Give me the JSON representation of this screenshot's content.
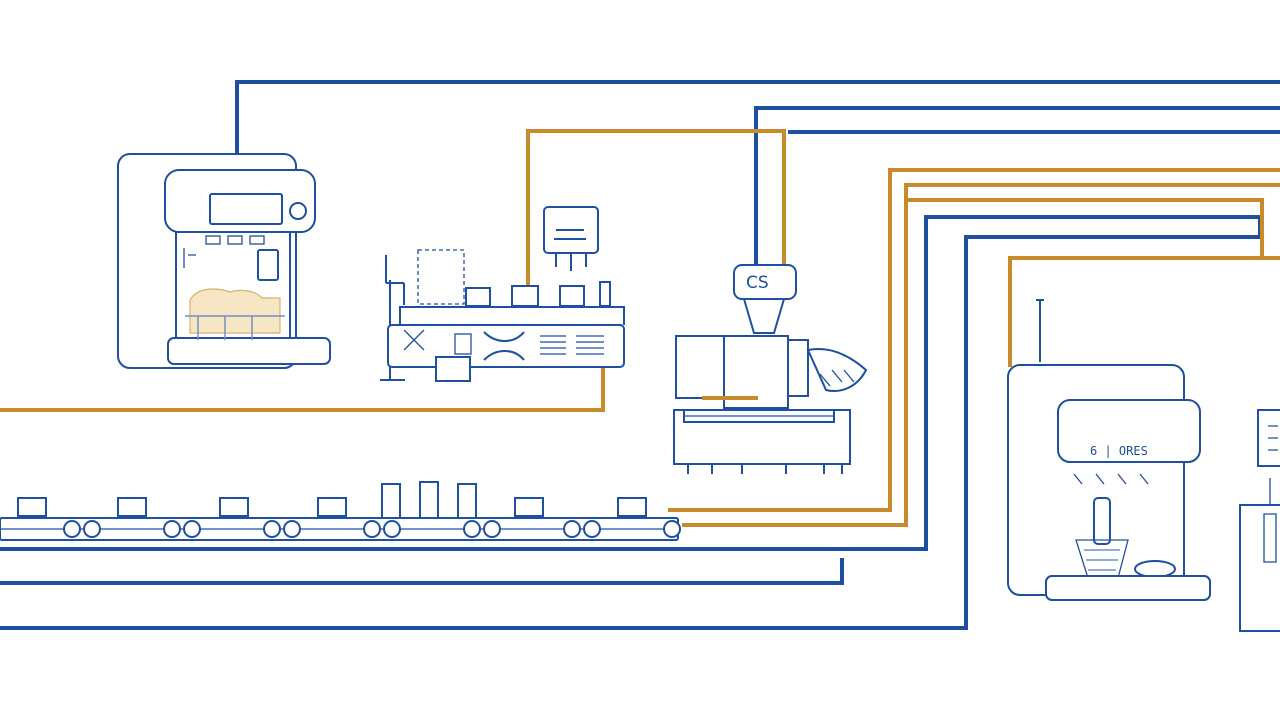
{
  "diagram": {
    "style": "line-art",
    "machine_1": {
      "icon": "coffee-machine-icon"
    },
    "machine_2": {
      "icon": "filling-machine-icon"
    },
    "machine_3": {
      "icon": "mixer-machine-icon",
      "screen_text": "CS"
    },
    "machine_4": {
      "icon": "espresso-machine-icon",
      "screen_text": "6 | ORES"
    },
    "machine_5": {
      "icon": "vending-machine-icon"
    },
    "conveyor": {
      "icon": "conveyor-belt-icon"
    },
    "colors": {
      "blue": "#1f4fa0",
      "orange": "#c88a2b",
      "background": "#ffffff"
    }
  }
}
